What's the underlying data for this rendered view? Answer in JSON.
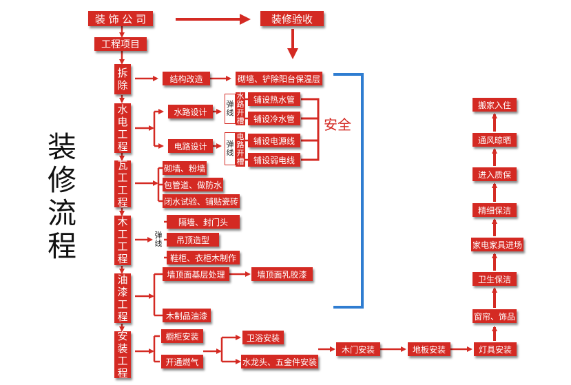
{
  "title": "装修流程",
  "top": {
    "company": "装 饰 公 司",
    "acceptance": "装修验收",
    "project": "工程项目"
  },
  "safety": "安全",
  "stages": {
    "demolition": "拆除",
    "plumbing_electrical": "水电工程",
    "masonry": "瓦工工程",
    "carpentry": "木工工程",
    "painting": "油漆工程",
    "installation": "安装工程"
  },
  "demolition": {
    "structure": "结构改造",
    "detail": "砌墙、铲除阳台保温层"
  },
  "water_electric": {
    "water_design": "水路设计",
    "electric_design": "电路设计",
    "snap_line": "弹线",
    "water_slot": "水路开槽",
    "electric_slot": "电路开槽",
    "hot_pipe": "铺设热水管",
    "cold_pipe": "铺设冷水管",
    "power_wire": "铺设电源线",
    "weak_wire": "铺设弱电线"
  },
  "masonry": {
    "items": [
      "砌墙、粉墙",
      "包管道、做防水",
      "闭水试验、铺贴瓷砖"
    ]
  },
  "carpentry": {
    "snap_line": "弹线",
    "items": [
      "隔墙、封门头",
      "吊顶造型",
      "鞋柜、衣柜木制作"
    ]
  },
  "painting": {
    "base": "墙顶面基层处理",
    "latex": "墙顶面乳胶漆",
    "wood": "木制品油漆"
  },
  "installation": {
    "cabinet": "橱柜安装",
    "gas": "开通燃气",
    "bathroom": "卫浴安装",
    "faucet": "水龙头、五金件安装",
    "door": "木门安装",
    "floor": "地板安装",
    "lamp": "灯具安装"
  },
  "right_chain": [
    "窗帘、饰品",
    "卫生保洁",
    "家电家具进场",
    "精细保洁",
    "进入质保",
    "通风晾晒",
    "搬家入住"
  ],
  "colors": {
    "red": "#d42a23",
    "blue": "#2f7dd1"
  }
}
